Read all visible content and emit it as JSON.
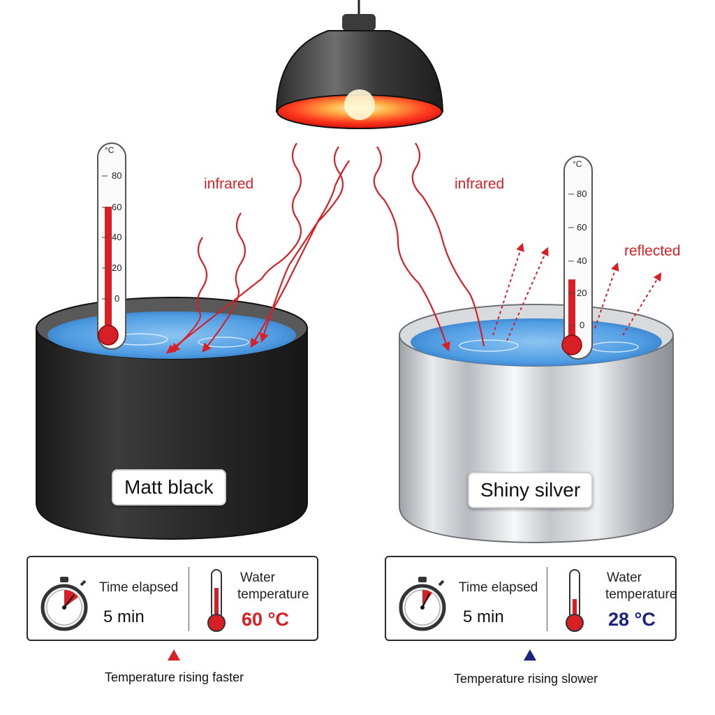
{
  "scene": {
    "infrared_left": "infrared",
    "infrared_right": "infrared",
    "reflected": "reflected",
    "thermometer_unit": "°C",
    "left_scale": [
      "80",
      "60",
      "40",
      "20",
      "0"
    ],
    "right_scale": [
      "80",
      "60",
      "40",
      "20",
      "0"
    ]
  },
  "cans": {
    "left_label": "Matt black",
    "right_label": "Shiny silver"
  },
  "left_panel": {
    "time_label": "Time elapsed",
    "time_value": "5 min",
    "temp_label_1": "Water",
    "temp_label_2": "temperature",
    "temp_value": "60 °C",
    "temp_level": 60,
    "caption": "Temperature rising faster"
  },
  "right_panel": {
    "time_label": "Time elapsed",
    "time_value": "5 min",
    "temp_label_1": "Water",
    "temp_label_2": "temperature",
    "temp_value": "28 °C",
    "temp_level": 28,
    "caption": "Temperature rising slower"
  },
  "colors": {
    "infrared": "#d81f26",
    "hot": "#d81f26",
    "cool": "#1a237e",
    "water": "#4f9ce3",
    "black_can": "#2e2e2e",
    "silver_can": "#c9ccd0"
  }
}
